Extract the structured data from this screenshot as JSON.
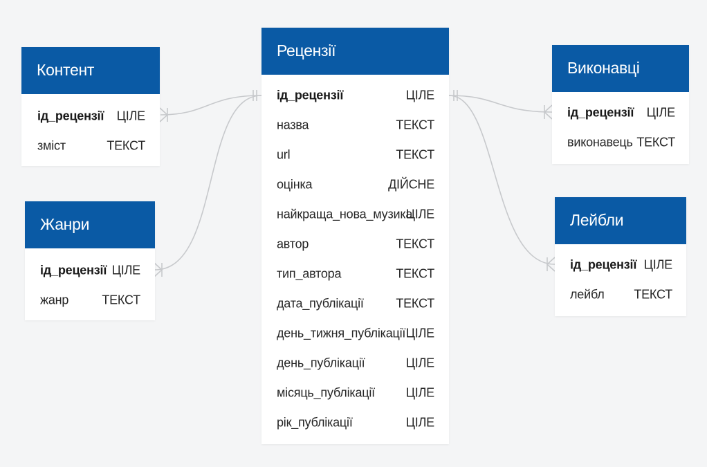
{
  "entities": {
    "content": {
      "title": "Контент",
      "fields": [
        {
          "name": "ід_рецензії",
          "type": "ЦІЛЕ",
          "key": true
        },
        {
          "name": "зміст",
          "type": "ТЕКСТ",
          "key": false
        }
      ]
    },
    "genres": {
      "title": "Жанри",
      "fields": [
        {
          "name": "ід_рецензії",
          "type": "ЦІЛЕ",
          "key": true
        },
        {
          "name": "жанр",
          "type": "ТЕКСТ",
          "key": false
        }
      ]
    },
    "reviews": {
      "title": "Рецензії",
      "fields": [
        {
          "name": "ід_рецензії",
          "type": "ЦІЛЕ",
          "key": true
        },
        {
          "name": "назва",
          "type": "ТЕКСТ",
          "key": false
        },
        {
          "name": "url",
          "type": "ТЕКСТ",
          "key": false
        },
        {
          "name": "оцінка",
          "type": "ДІЙСНЕ",
          "key": false
        },
        {
          "name": "найкраща_нова_музика",
          "type": "ЦІЛЕ",
          "key": false
        },
        {
          "name": "автор",
          "type": "ТЕКСТ",
          "key": false
        },
        {
          "name": "тип_автора",
          "type": "ТЕКСТ",
          "key": false
        },
        {
          "name": "дата_публікації",
          "type": "ТЕКСТ",
          "key": false
        },
        {
          "name": "день_тижня_публікації",
          "type": "ЦІЛЕ",
          "key": false
        },
        {
          "name": "день_публікації",
          "type": "ЦІЛЕ",
          "key": false
        },
        {
          "name": "місяць_публікації",
          "type": "ЦІЛЕ",
          "key": false
        },
        {
          "name": "рік_публікації",
          "type": "ЦІЛЕ",
          "key": false
        }
      ]
    },
    "artists": {
      "title": "Виконавці",
      "fields": [
        {
          "name": "ід_рецензії",
          "type": "ЦІЛЕ",
          "key": true
        },
        {
          "name": "виконавець",
          "type": "ТЕКСТ",
          "key": false
        }
      ]
    },
    "labels": {
      "title": "Лейбли",
      "fields": [
        {
          "name": "ід_рецензії",
          "type": "ЦІЛЕ",
          "key": true
        },
        {
          "name": "лейбл",
          "type": "ТЕКСТ",
          "key": false
        }
      ]
    }
  },
  "relationships": [
    {
      "from": "reviews",
      "to": "content",
      "cardinality": "one-to-many"
    },
    {
      "from": "reviews",
      "to": "genres",
      "cardinality": "one-to-many"
    },
    {
      "from": "reviews",
      "to": "artists",
      "cardinality": "one-to-many"
    },
    {
      "from": "reviews",
      "to": "labels",
      "cardinality": "one-to-many"
    }
  ],
  "colors": {
    "header": "#0a5aa5",
    "connector": "#c7c9cc",
    "background": "#f4f5f6"
  }
}
